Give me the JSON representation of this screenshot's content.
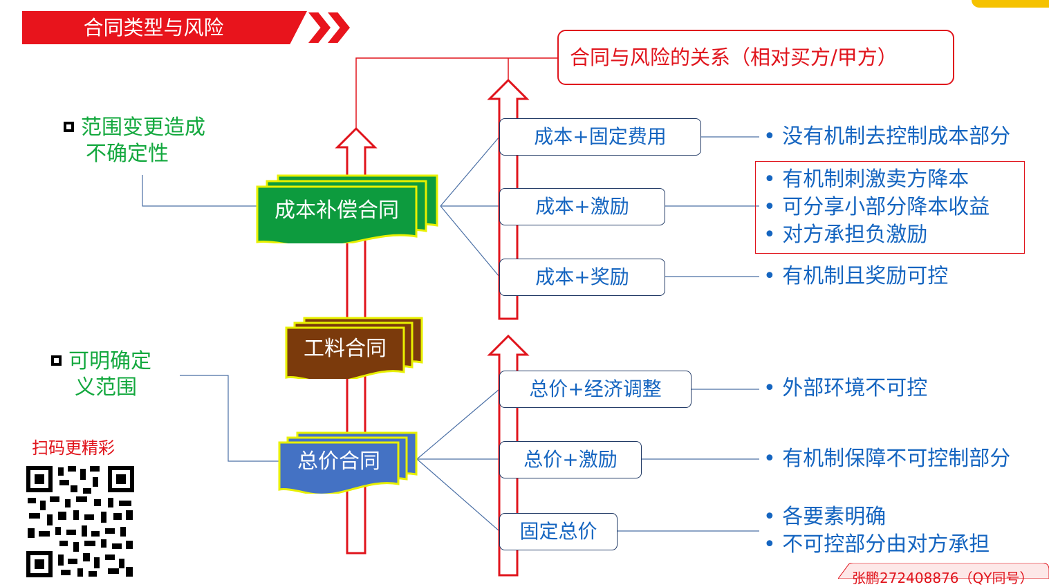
{
  "banner": {
    "title": "合同类型与风险"
  },
  "relation_box": {
    "text": "合同与风险的关系（相对买方/甲方）"
  },
  "notes": {
    "scope_change": {
      "line1": "范围变更造成",
      "line2": "不确定性"
    },
    "defined_scope": {
      "line1": "可明确定",
      "line2": "义范围"
    }
  },
  "contracts": {
    "cost_reimbursable": "成本补偿合同",
    "time_material": "工料合同",
    "fixed_price": "总价合同"
  },
  "subtypes": {
    "cpff": "成本+固定费用",
    "cpif": "成本+激励",
    "cpaf": "成本+奖励",
    "fpepa": "总价+经济调整",
    "fpif": "总价+激励",
    "ffp": "固定总价"
  },
  "bullets": {
    "cpff": [
      "没有机制去控制成本部分"
    ],
    "cpif": [
      "有机制刺激卖方降本",
      "可分享小部分降本收益",
      "对方承担负激励"
    ],
    "cpaf": [
      "有机制且奖励可控"
    ],
    "fpepa": [
      "外部环境不可控"
    ],
    "fpif": [
      "有机制保障不可控制部分"
    ],
    "ffp": [
      "各要素明确",
      "不可控部分由对方承担"
    ]
  },
  "qr": {
    "label": "扫码更精彩"
  },
  "footer": {
    "author": "张鹏272408876（QY同号）"
  },
  "colors": {
    "red": "#e0141c",
    "blue": "#1565c0",
    "green": "#13a83e",
    "navy": "#1f3864",
    "brown": "#7b3a0c"
  }
}
